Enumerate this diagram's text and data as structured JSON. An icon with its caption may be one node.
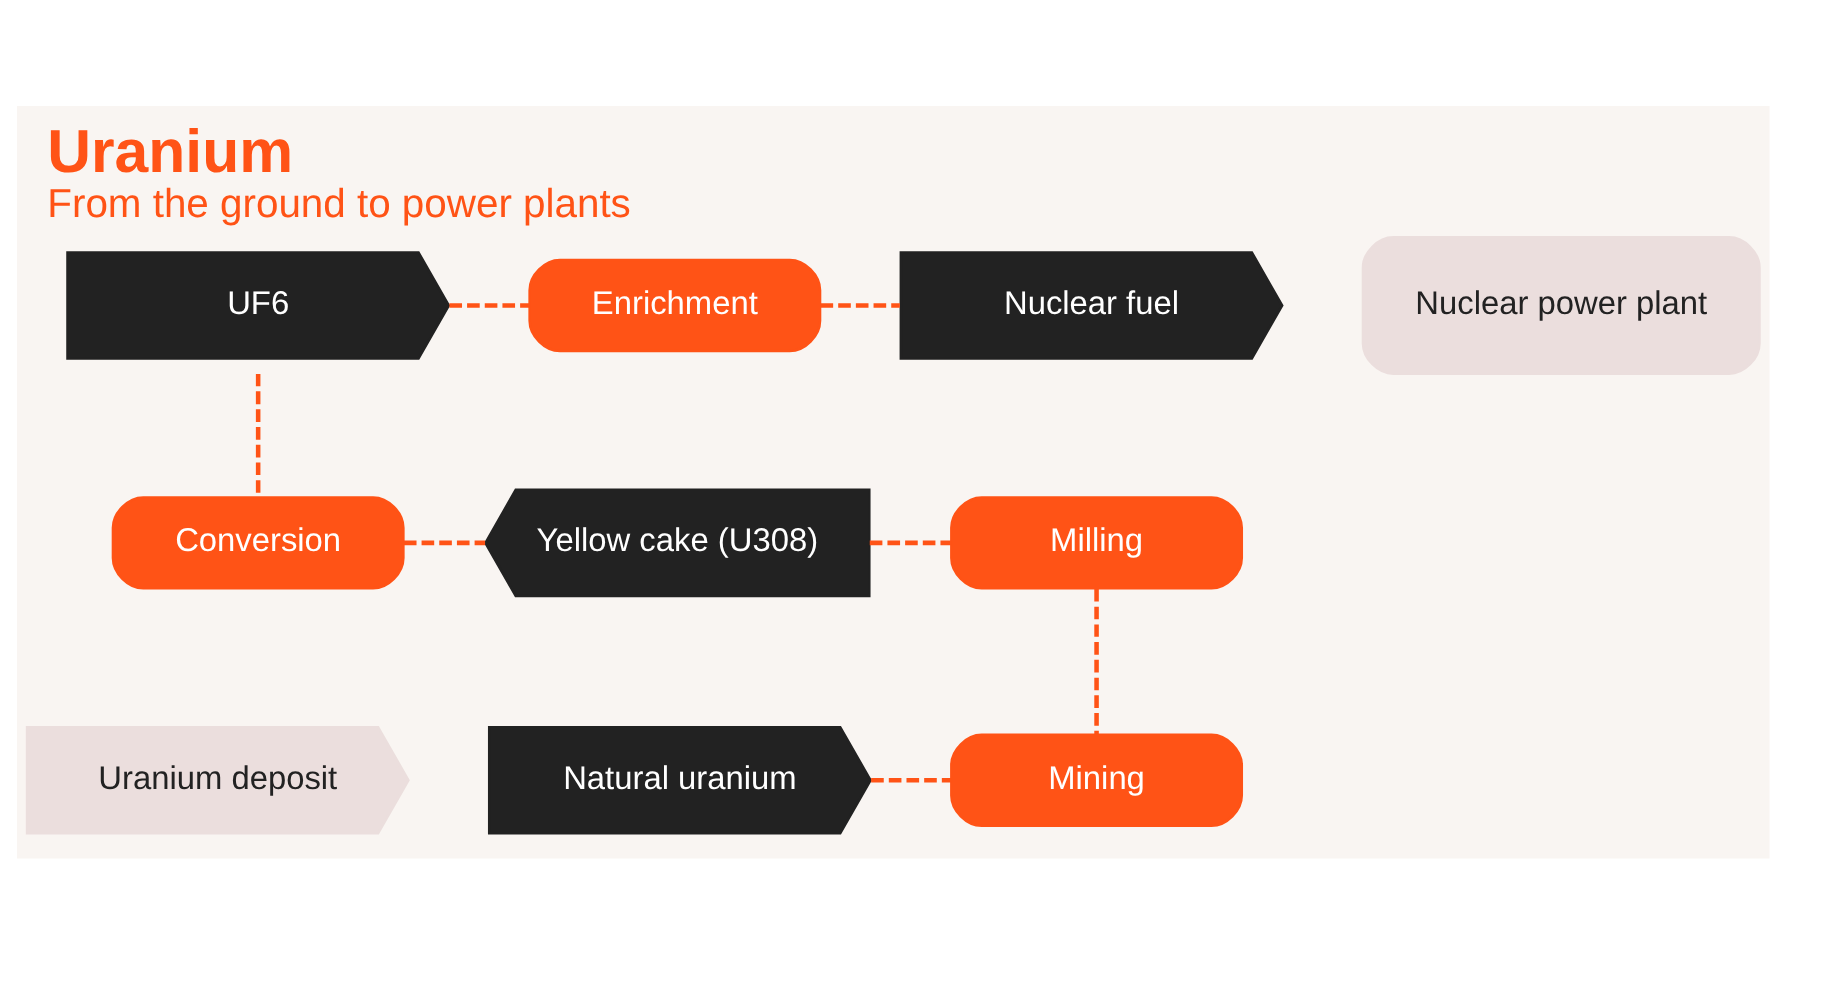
{
  "diagram": {
    "title": "Uranium",
    "caption": "From the ground to power plants",
    "nodes": [
      {
        "text": [
          "UF6"
        ]
      },
      {
        "text": [
          "Enrichment"
        ]
      },
      {
        "text": [
          "Nuclear fuel"
        ]
      },
      {
        "text": [
          "Nuclear power plant"
        ]
      },
      {
        "text": [
          "Conversion"
        ]
      },
      {
        "text": [
          "Yellow cake (U308)"
        ]
      },
      {
        "text": [
          "Milling"
        ]
      },
      {
        "text": [
          "Uranium deposit"
        ]
      },
      {
        "text": [
          "Natural uranium"
        ]
      },
      {
        "text": [
          "Mining"
        ]
      }
    ],
    "edges": [
      {
        "from": 0,
        "to": 1,
        "arrow": "none",
        "style": "dashed"
      },
      {
        "from": 1,
        "to": 2,
        "arrow": "none",
        "style": "dashed"
      },
      {
        "from": 0,
        "to": 4,
        "arrow": "none",
        "style": "dashed"
      },
      {
        "from": 4,
        "to": 5,
        "arrow": "none",
        "style": "dashed"
      },
      {
        "from": 5,
        "to": 6,
        "arrow": "none",
        "style": "dashed"
      },
      {
        "from": 6,
        "to": 9,
        "arrow": "none",
        "style": "dashed"
      },
      {
        "from": 8,
        "to": 9,
        "arrow": "none",
        "style": "dashed"
      }
    ]
  }
}
